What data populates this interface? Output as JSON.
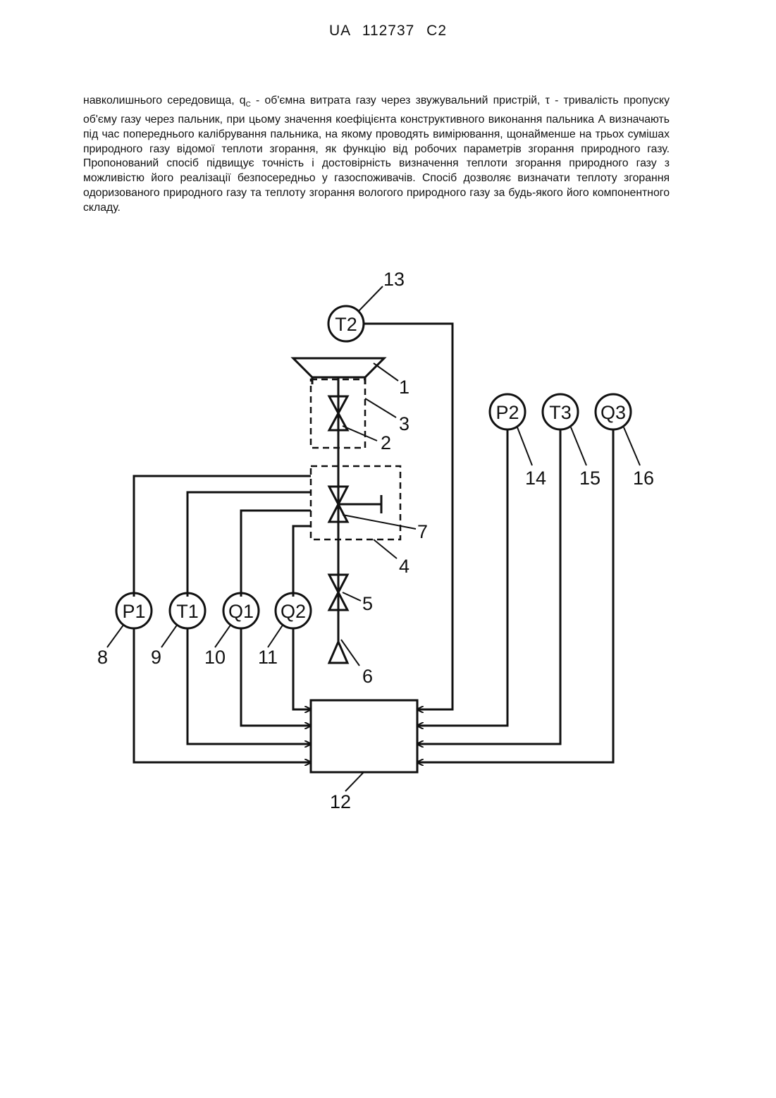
{
  "header": {
    "code": "UA   112737   C2"
  },
  "body": {
    "p1": "навколишнього середовища, q",
    "sub_c": "C",
    "p2": " - об'ємна витрата газу через звужувальний пристрій, τ - тривалість пропуску об'єму газу через пальник, при цьому значення коефіцієнта конструктивного виконання пальника А визначають під час попереднього калібрування пальника, на якому проводять вимірювання, щонайменше на трьох сумішах природного газу відомої теплоти згорання, як функцію від робочих параметрів згорання природного газу. Пропонований спосіб підвищує точність і достовірність визначення теплоти згорання природного газу з можливістю його реалізації безпосередньо у газоспоживачів. Спосіб дозволяє визначати теплоту згорання одоризованого природного газу та теплоту згорання вологого природного газу за будь-якого його компонентного складу."
  },
  "figure": {
    "circles": {
      "t2": "T2",
      "p2": "P2",
      "t3": "T3",
      "q3": "Q3",
      "p1": "P1",
      "t1": "T1",
      "q1": "Q1",
      "q2": "Q2"
    },
    "numbers": {
      "n1": "1",
      "n2": "2",
      "n3": "3",
      "n4": "4",
      "n5": "5",
      "n6": "6",
      "n7": "7",
      "n8": "8",
      "n9": "9",
      "n10": "10",
      "n11": "11",
      "n12": "12",
      "n13": "13",
      "n14": "14",
      "n15": "15",
      "n16": "16"
    }
  }
}
